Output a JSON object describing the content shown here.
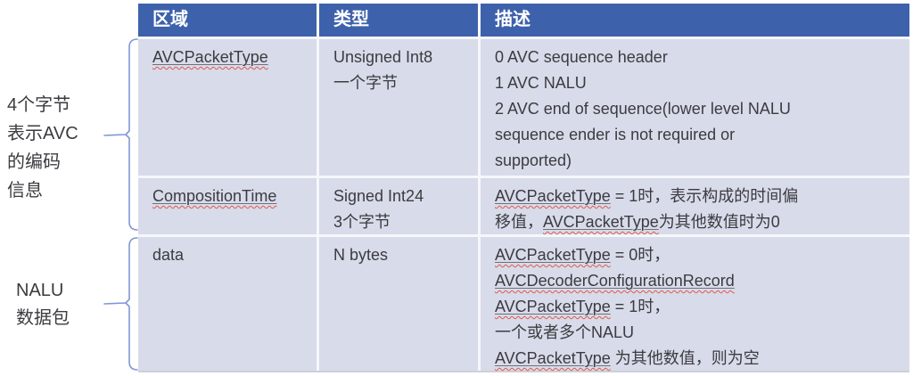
{
  "colors": {
    "header_bg": "#3e61ab",
    "header_text": "#ffffff",
    "cell_bg": "#d8dbe9",
    "body_text": "#3b3b40",
    "separator": "#f6f7fb",
    "squiggle_red": "#dd5a4e",
    "word_underline": "#70707a",
    "bracket": "#8495d6",
    "table_bottom_shadow": "#cdd0da"
  },
  "annotations": {
    "avc_info": {
      "label": "4个字节\n表示AVC\n的编码\n信息"
    },
    "nalu": {
      "label": "NALU\n数据包"
    }
  },
  "table": {
    "headers": [
      {
        "label": "区域"
      },
      {
        "label": "类型"
      },
      {
        "label": "描述"
      }
    ],
    "rows": [
      {
        "field": [
          {
            "t": "AVCPacketType",
            "u": true
          }
        ],
        "type": [
          {
            "t": "Unsigned Int8\n一个字节",
            "u": false
          }
        ],
        "desc": [
          {
            "t": "0 AVC sequence header\n1 AVC NALU\n2 AVC end of sequence(lower level NALU\nsequence ender is not required or\nsupported)",
            "u": false
          }
        ]
      },
      {
        "field": [
          {
            "t": "CompositionTime",
            "u": true
          }
        ],
        "type": [
          {
            "t": "Signed Int24\n3个字节",
            "u": false
          }
        ],
        "desc": [
          {
            "t": "AVCPacketType",
            "u": true
          },
          {
            "t": " = 1时，表示构成的时间偏\n移值，",
            "u": false
          },
          {
            "t": "AVCPacketType",
            "u": true
          },
          {
            "t": "为其他数值时为0",
            "u": false
          }
        ]
      },
      {
        "field": [
          {
            "t": "data",
            "u": false
          }
        ],
        "type": [
          {
            "t": "N bytes",
            "u": false
          }
        ],
        "desc": [
          {
            "t": "AVCPacketType",
            "u": true
          },
          {
            "t": " = 0时，\n",
            "u": false
          },
          {
            "t": "AVCDecoderConfigurationRecord",
            "u": true
          },
          {
            "t": "\n",
            "u": false
          },
          {
            "t": "AVCPacketType",
            "u": true
          },
          {
            "t": " = 1时，\n一个或者多个NALU\n",
            "u": false
          },
          {
            "t": "AVCPacketType",
            "u": true
          },
          {
            "t": " 为其他数值，则为空",
            "u": false
          }
        ]
      }
    ]
  }
}
